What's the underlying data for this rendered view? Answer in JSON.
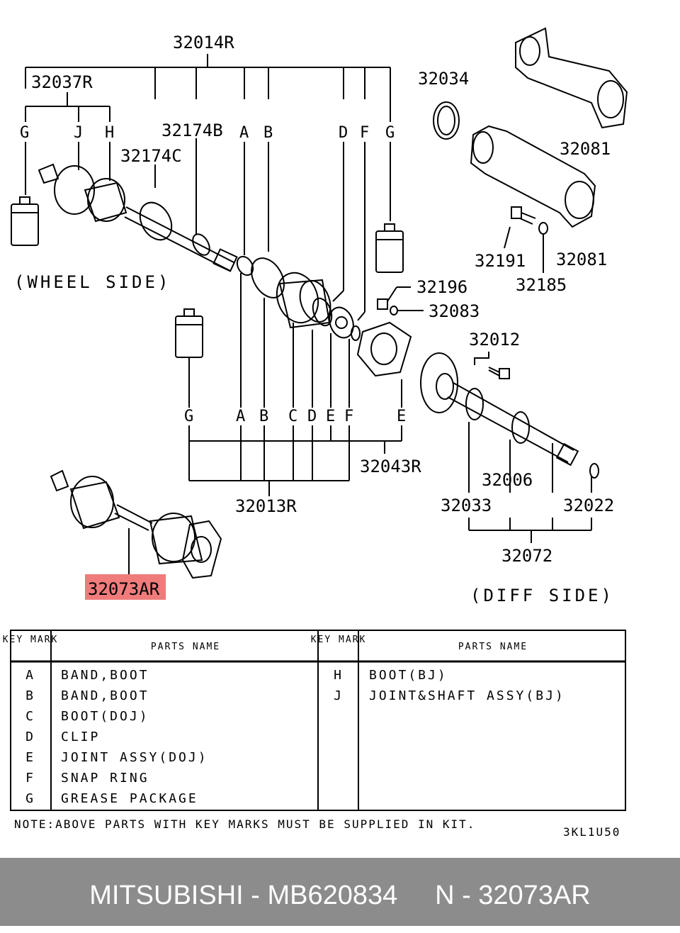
{
  "labels": {
    "p32014R": "32014R",
    "p32037R": "32037R",
    "p32174B": "32174B",
    "p32174C": "32174C",
    "p32013R": "32013R",
    "p32043R": "32043R",
    "p32034": "32034",
    "p32081a": "32081",
    "p32081b": "32081",
    "p32191": "32191",
    "p32185": "32185",
    "p32196": "32196",
    "p32083": "32083",
    "p32012": "32012",
    "p32006": "32006",
    "p32033": "32033",
    "p32022": "32022",
    "p32072": "32072",
    "p32073AR": "32073AR"
  },
  "key_letters": {
    "top": [
      "G",
      "J",
      "H",
      "A",
      "B",
      "D",
      "F",
      "G"
    ],
    "bottom": [
      "G",
      "A",
      "B",
      "C",
      "D",
      "E",
      "F",
      "E"
    ]
  },
  "side_labels": {
    "wheel": "(WHEEL SIDE)",
    "diff": "(DIFF SIDE)"
  },
  "highlight_color": "#ef7b7b",
  "table": {
    "key_mark": "KEY MARK",
    "parts_name": "PARTS NAME",
    "left": [
      {
        "key": "A",
        "name": "BAND,BOOT"
      },
      {
        "key": "B",
        "name": "BAND,BOOT"
      },
      {
        "key": "C",
        "name": "BOOT(DOJ)"
      },
      {
        "key": "D",
        "name": "CLIP"
      },
      {
        "key": "E",
        "name": "JOINT ASSY(DOJ)"
      },
      {
        "key": "F",
        "name": "SNAP RING"
      },
      {
        "key": "G",
        "name": "GREASE PACKAGE"
      }
    ],
    "right": [
      {
        "key": "H",
        "name": "BOOT(BJ)"
      },
      {
        "key": "J",
        "name": "JOINT&SHAFT ASSY(BJ)"
      }
    ]
  },
  "note": "NOTE:ABOVE PARTS WITH KEY MARKS MUST BE SUPPLIED IN KIT.",
  "code": "3KL1U50",
  "footer": {
    "text": "MITSUBISHI - MB620834     N - 32073AR"
  }
}
